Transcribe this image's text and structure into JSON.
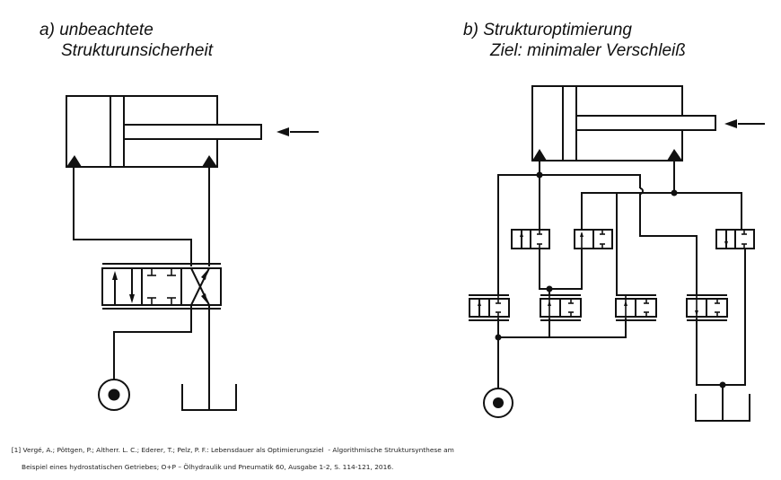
{
  "diagram": {
    "panel_a": {
      "label": "a)",
      "title_line1": "unbeachtete",
      "title_line2": "Strukturunsicherheit",
      "components": [
        "hydraulic-cylinder",
        "force-arrow",
        "4-3-directional-valve",
        "pump",
        "tank"
      ]
    },
    "panel_b": {
      "label": "b)",
      "title_line1": "Strukturoptimierung",
      "title_line2": "Ziel: minimaler Verschleiß",
      "components": [
        "hydraulic-cylinder",
        "force-arrow",
        "2-2-valve x7",
        "pump",
        "tank",
        "junction-points"
      ]
    },
    "reference": {
      "line1": "[1] Vergé, A.; Pöttgen, P.; Altherr. L. C.; Ederer, T.; Pelz, P. F.: Lebensdauer als Optimierungsziel  - Algorithmische Struktursynthese am",
      "line2": "Beispiel eines hydrostatischen Getriebes; O+P – Ölhydraulik und Pneumatik 60, Ausgabe 1-2, S. 114-121, 2016."
    }
  }
}
